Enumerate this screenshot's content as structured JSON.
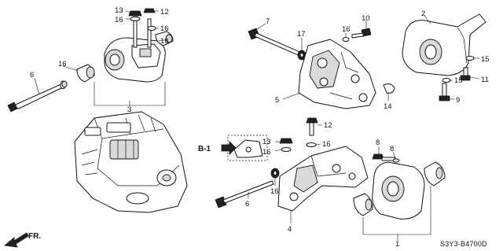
{
  "callouts": {
    "n1": "1",
    "n2": "2",
    "n3": "3",
    "n4": "4",
    "n5": "5",
    "n6a": "6",
    "n6b": "6",
    "n7": "7",
    "n8a": "8",
    "n8b": "8",
    "n9": "9",
    "n10": "10",
    "n11": "11",
    "n12a": "12",
    "n12b": "12",
    "n13a": "13",
    "n13b": "13",
    "n14": "14",
    "n15a": "15",
    "n15b": "15",
    "n16a": "16",
    "n16b": "16",
    "n16c": "16",
    "n16d": "16",
    "n16e": "16",
    "n16f": "16",
    "n16g": "16",
    "n16h": "16",
    "n17": "17"
  },
  "reference": "B-1",
  "direction": "FR.",
  "diagram_code": "S3Y3-B4700D"
}
